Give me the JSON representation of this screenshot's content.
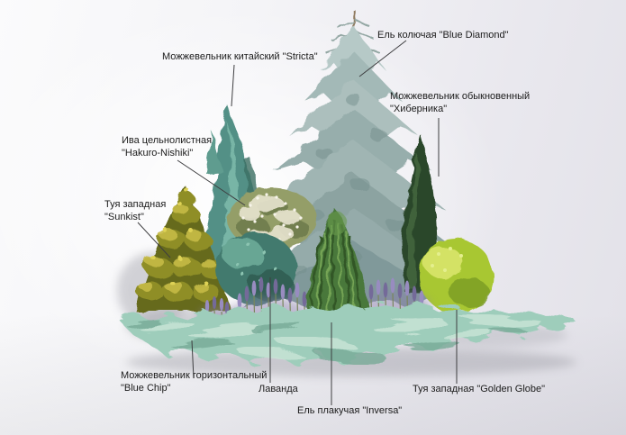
{
  "scene": {
    "title": "garden conifer composition planting scheme",
    "background_left": "#fbfbfc",
    "background_right": "#e2e1e8",
    "leader_line_color": "#3e3e40",
    "label_color": "#1b1b1b"
  },
  "plants": {
    "blue_diamond": {
      "label": "Ель колючая \"Blue Diamond\"",
      "color": "#a3b9b7"
    },
    "stricta": {
      "label": "Можжевельник китайский \"Stricta\"",
      "color": "#539086"
    },
    "hibernica": {
      "label": "Можжевельник обыкновенный\n\"Хиберника\"",
      "color": "#2b462b"
    },
    "hakuro_nishiki": {
      "label": "Ива цельнолистная\n\"Hakuro-Nishiki\"",
      "color": "#e8e4d0"
    },
    "sunkist": {
      "label": "Туя западная\n\"Sunkist\"",
      "color": "#8f8e28"
    },
    "blue_chip": {
      "label": "Можжевельник горизонтальный\n\"Blue Chip\"",
      "color": "#9ecdbb"
    },
    "lavanda": {
      "label": "Лаванда",
      "color": "#988cc0"
    },
    "inversa": {
      "label": "Ель плакучая \"Inversa\"",
      "color": "#49783a"
    },
    "golden_globe": {
      "label": "Туя западная \"Golden Globe\"",
      "color": "#a8c733"
    }
  }
}
